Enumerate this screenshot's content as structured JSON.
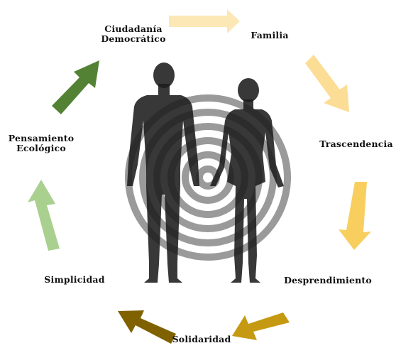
{
  "diagram": {
    "nodes": [
      {
        "id": "ciudadania",
        "lines": [
          "Ciudadanía",
          "Democrático"
        ]
      },
      {
        "id": "familia",
        "lines": [
          "Familia"
        ]
      },
      {
        "id": "trascendencia",
        "lines": [
          "Trascendencia"
        ]
      },
      {
        "id": "desprendimiento",
        "lines": [
          "Desprendimiento"
        ]
      },
      {
        "id": "solidaridad",
        "lines": [
          "Solidaridad"
        ]
      },
      {
        "id": "simplicidad",
        "lines": [
          "Simplicidad"
        ]
      },
      {
        "id": "pensamiento",
        "lines": [
          "Pensamiento",
          "Ecológico"
        ]
      }
    ],
    "arrows": [
      {
        "from": "ciudadania",
        "to": "familia",
        "color": "#FBE8B5"
      },
      {
        "from": "familia",
        "to": "trascendencia",
        "color": "#FCDD95"
      },
      {
        "from": "trascendencia",
        "to": "desprendimiento",
        "color": "#F8CF5F"
      },
      {
        "from": "desprendimiento",
        "to": "solidaridad",
        "color": "#C59A12"
      },
      {
        "from": "solidaridad",
        "to": "simplicidad",
        "color": "#7F6100"
      },
      {
        "from": "simplicidad",
        "to": "pensamiento",
        "color": "#A9D08E"
      },
      {
        "from": "pensamiento",
        "to": "ciudadania",
        "color": "#548235"
      }
    ],
    "center_image": {
      "icon": "man-and-woman-silhouette-with-spiral-icon",
      "figure_color": "#1c1c1c",
      "spiral_color": "#9a9a9a"
    }
  }
}
